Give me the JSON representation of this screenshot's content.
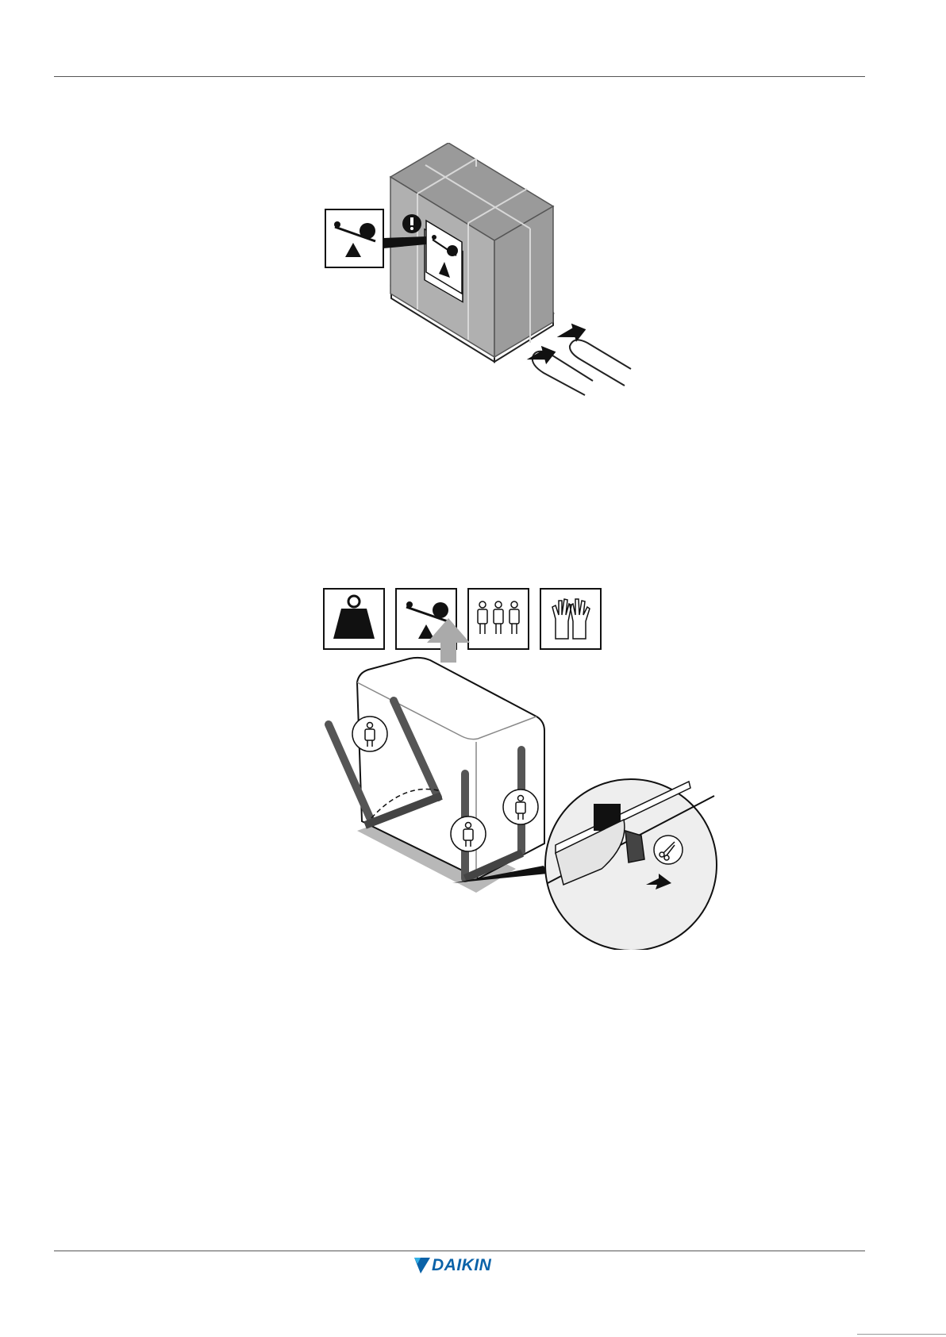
{
  "brand": {
    "name": "DAIKIN",
    "color": "#0a62a8"
  },
  "figure1": {
    "name": "forklift-transport",
    "icons": [
      "center-of-gravity-icon",
      "warning-exclamation-icon"
    ]
  },
  "figure2": {
    "name": "sling-lifting",
    "icons": [
      "weight-icon",
      "center-of-gravity-icon",
      "three-persons-icon",
      "gloves-icon",
      "person-icon",
      "scissors-icon"
    ]
  }
}
